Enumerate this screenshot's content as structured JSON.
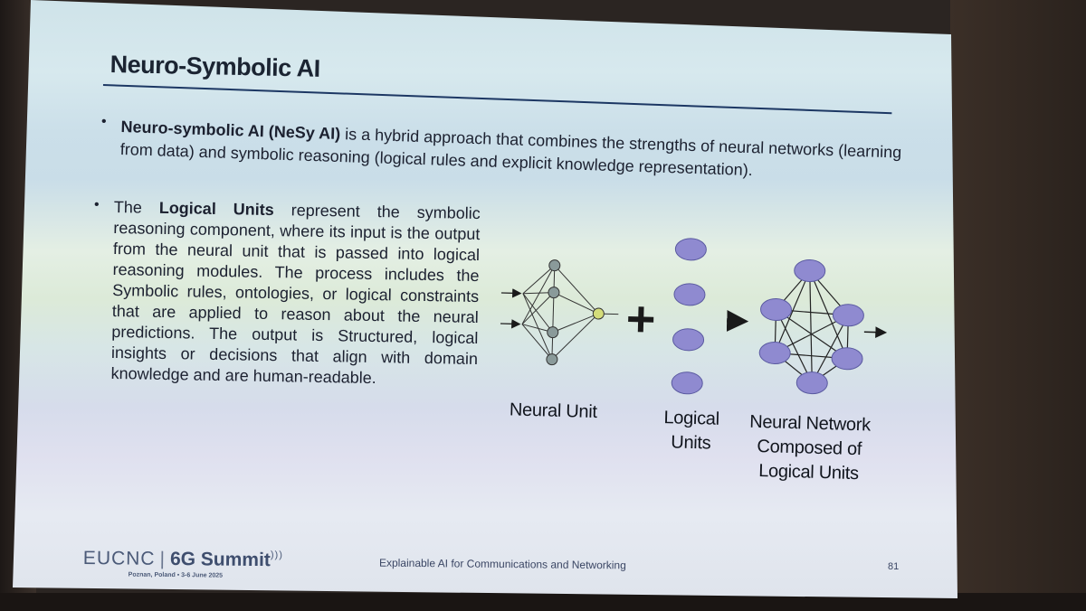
{
  "slide": {
    "title": "Neuro-Symbolic AI",
    "bullet1": {
      "bold": "Neuro-symbolic AI (NeSy AI)",
      "text": " is a hybrid approach that combines the strengths of neural networks (learning from data) and symbolic reasoning (logical rules and explicit knowledge representation)."
    },
    "bullet2": {
      "pre": "The ",
      "bold": "Logical Units",
      "text": " represent the symbolic reasoning component, where its input is the output from the neural unit that is passed into logical reasoning modules. The process includes the Symbolic rules, ontologies, or logical constraints that are applied to reason about the neural predictions. The output is Structured, logical insights or decisions that align with domain knowledge and are human-readable."
    },
    "diagram": {
      "neural_unit_label": "Neural Unit",
      "logical_units_label_line1": "Logical",
      "logical_units_label_line2": "Units",
      "composed_label_line1": "Neural Network",
      "composed_label_line2": "Composed of",
      "composed_label_line3": "Logical Units",
      "plus_symbol": "+",
      "colors": {
        "neuron": "#8a9a9a",
        "output_neuron": "#d4dc7a",
        "logical_unit": "#8f8ad0",
        "logical_unit_edge": "#5a5aa0"
      }
    },
    "footer": {
      "logo_left": "EUCNC",
      "logo_right": "6G Summit",
      "logo_sub": "Poznan, Poland • 3-6 June 2025",
      "center_text": "Explainable AI for Communications and Networking",
      "page_number": "81"
    }
  }
}
